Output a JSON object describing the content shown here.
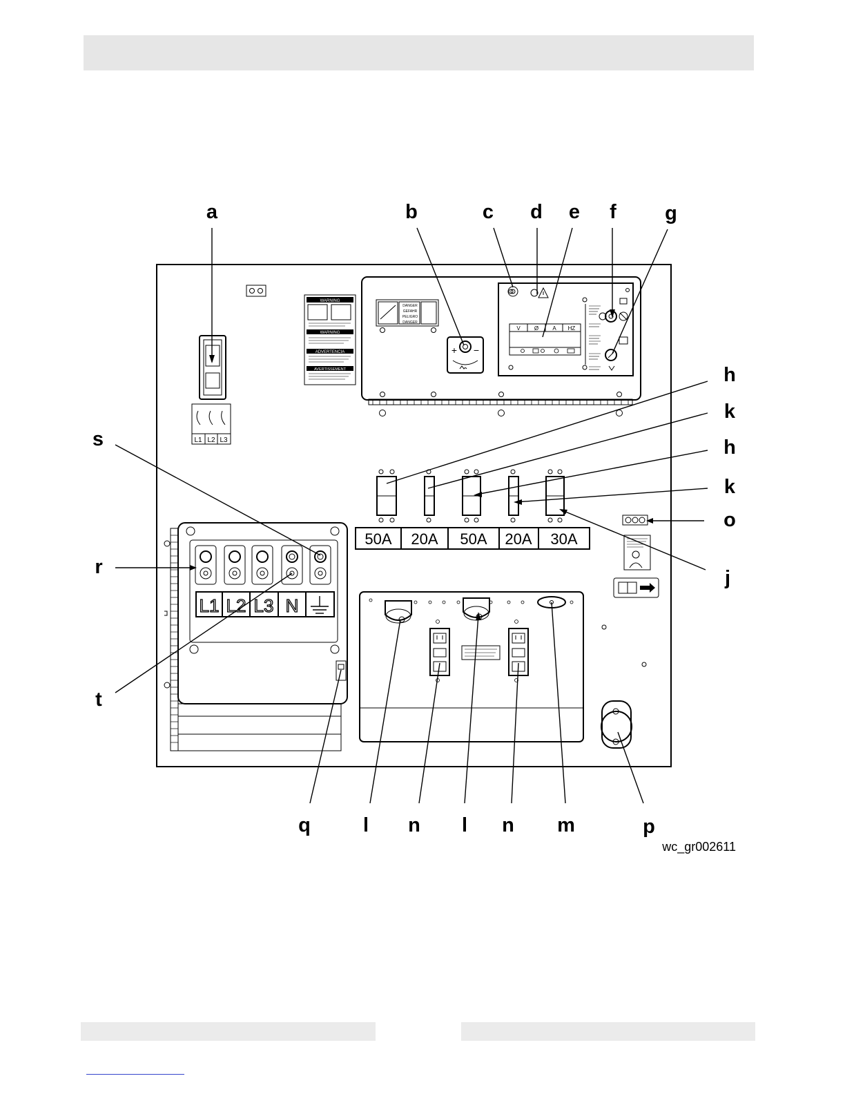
{
  "figure_id": "wc_gr002611",
  "callouts": {
    "a": "a",
    "b": "b",
    "c": "c",
    "d": "d",
    "e": "e",
    "f": "f",
    "g": "g",
    "h": "h",
    "k": "k",
    "o": "o",
    "j": "j",
    "s": "s",
    "r": "r",
    "t": "t",
    "q": "q",
    "l": "l",
    "n": "n",
    "m": "m",
    "p": "p"
  },
  "breakers": [
    "50A",
    "20A",
    "50A",
    "20A",
    "30A"
  ],
  "terminals": [
    "L1",
    "L2",
    "L3",
    "N"
  ],
  "phase_selector": [
    "L1",
    "L2",
    "L3"
  ],
  "meter_columns": [
    "V",
    "Ø",
    "A",
    "HZ"
  ],
  "voltage_knob": {
    "plus": "+",
    "minus": "−"
  },
  "decal_warning": {
    "title1": "WARNING",
    "title2": "WARNING",
    "title3": "ADVERTENCIA",
    "title4": "AVERTISSEMENT"
  },
  "decal_danger": [
    "DANGER",
    "GEFAHR",
    "PELIGRO",
    "DANGER"
  ]
}
